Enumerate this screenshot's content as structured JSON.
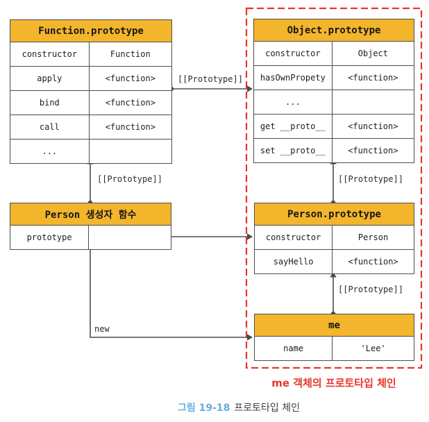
{
  "diagram": {
    "tables": [
      {
        "id": "function-prototype",
        "title": "Function.prototype",
        "rows": [
          [
            "constructor",
            "Function"
          ],
          [
            "apply",
            "<function>"
          ],
          [
            "bind",
            "<function>"
          ],
          [
            "call",
            "<function>"
          ],
          [
            "...",
            ""
          ]
        ]
      },
      {
        "id": "object-prototype",
        "title": "Object.prototype",
        "rows": [
          [
            "constructor",
            "Object"
          ],
          [
            "hasOwnPropety",
            "<function>"
          ],
          [
            "...",
            ""
          ],
          [
            "get __proto__",
            "<function>"
          ],
          [
            "set __proto__",
            "<function>"
          ]
        ]
      },
      {
        "id": "person-constructor",
        "title": "Person 생성자 함수",
        "rows": [
          [
            "prototype",
            ""
          ]
        ]
      },
      {
        "id": "person-prototype",
        "title": "Person.prototype",
        "rows": [
          [
            "constructor",
            "Person"
          ],
          [
            "sayHello",
            "<function>"
          ]
        ]
      },
      {
        "id": "me",
        "title": "me",
        "rows": [
          [
            "name",
            "'Lee'"
          ]
        ]
      }
    ],
    "labels": {
      "prototype_link": "[[Prototype]]",
      "new_link": "new"
    },
    "chain_caption": "me 객체의 프로토타입 체인",
    "figure_caption": {
      "number": "그림 19-18",
      "text": "프로토타입 체인"
    },
    "colors": {
      "table_header_bg": "#F3B52B",
      "line": "#4c4c4c",
      "chain_red": "#E8352C",
      "caption_blue": "#66AEDD"
    }
  }
}
